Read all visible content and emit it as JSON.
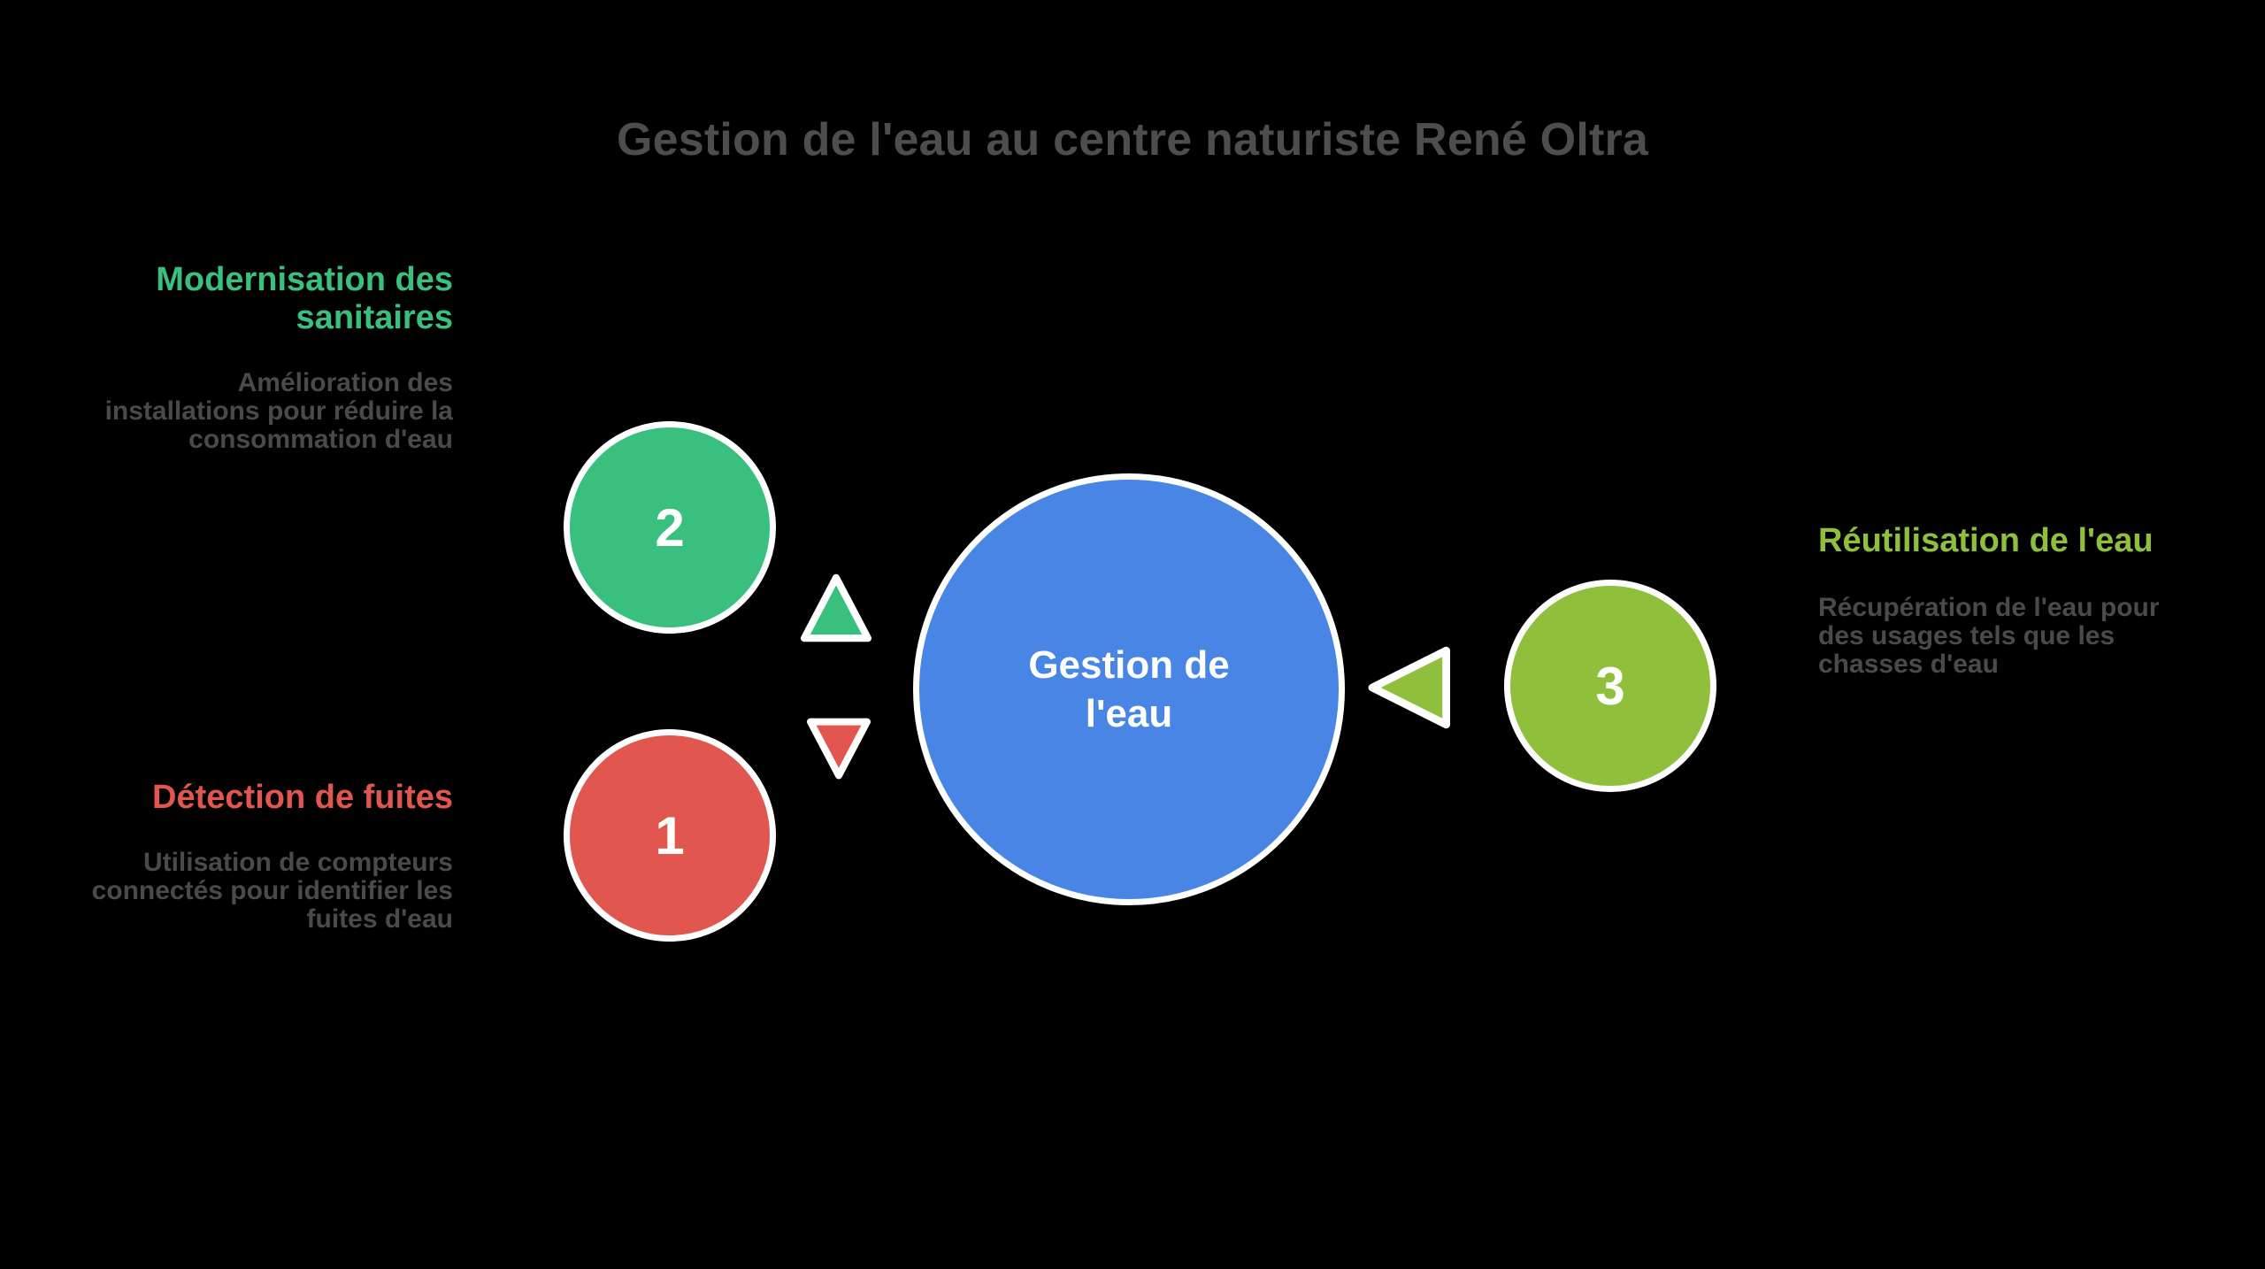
{
  "title": "Gestion de l'eau au centre naturiste René Oltra",
  "colors": {
    "background": "#000000",
    "title_gray": "#4d4d4d",
    "body_gray": "#4a4a4a",
    "green": "#3ac07e",
    "red": "#e25650",
    "olive": "#90c03b",
    "blue": "#4885e5",
    "white": "#ffffff"
  },
  "center": {
    "label_line1": "Gestion de",
    "label_line2": "l'eau"
  },
  "nodes": [
    {
      "number": "1",
      "color": "#e25650",
      "heading": "Détection de fuites",
      "description": "Utilisation de compteurs connectés pour identifier les fuites d'eau",
      "side": "left",
      "arrow": "triangle-down"
    },
    {
      "number": "2",
      "color": "#3ac07e",
      "heading": "Modernisation des sanitaires",
      "description": "Amélioration des installations pour réduire la consommation d'eau",
      "side": "left",
      "arrow": "triangle-up"
    },
    {
      "number": "3",
      "color": "#90c03b",
      "heading": "Réutilisation de l'eau",
      "description": "Récupération de l'eau pour des usages tels que les chasses d'eau",
      "side": "right",
      "arrow": "triangle-left"
    }
  ]
}
